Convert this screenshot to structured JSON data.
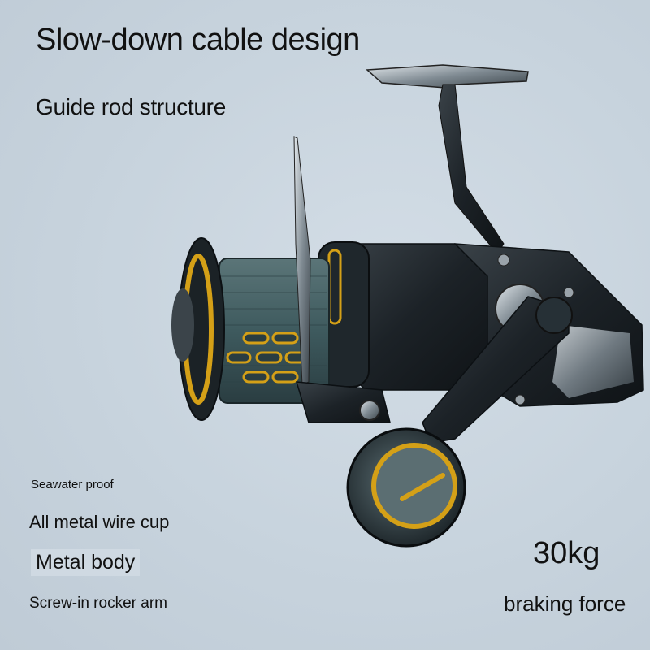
{
  "headline": "Slow-down cable design",
  "subheadline": "Guide rod structure",
  "features": {
    "seawater": "Seawater proof",
    "wire_cup": "All metal wire cup",
    "metal_body": "Metal body",
    "rocker_arm": "Screw-in rocker arm"
  },
  "braking": {
    "value": "30kg",
    "label": "braking force"
  },
  "colors": {
    "background": "#c8d4de",
    "reel_body": "#1c2227",
    "spool": "#3e5a5e",
    "gold_accent": "#d4a017"
  }
}
